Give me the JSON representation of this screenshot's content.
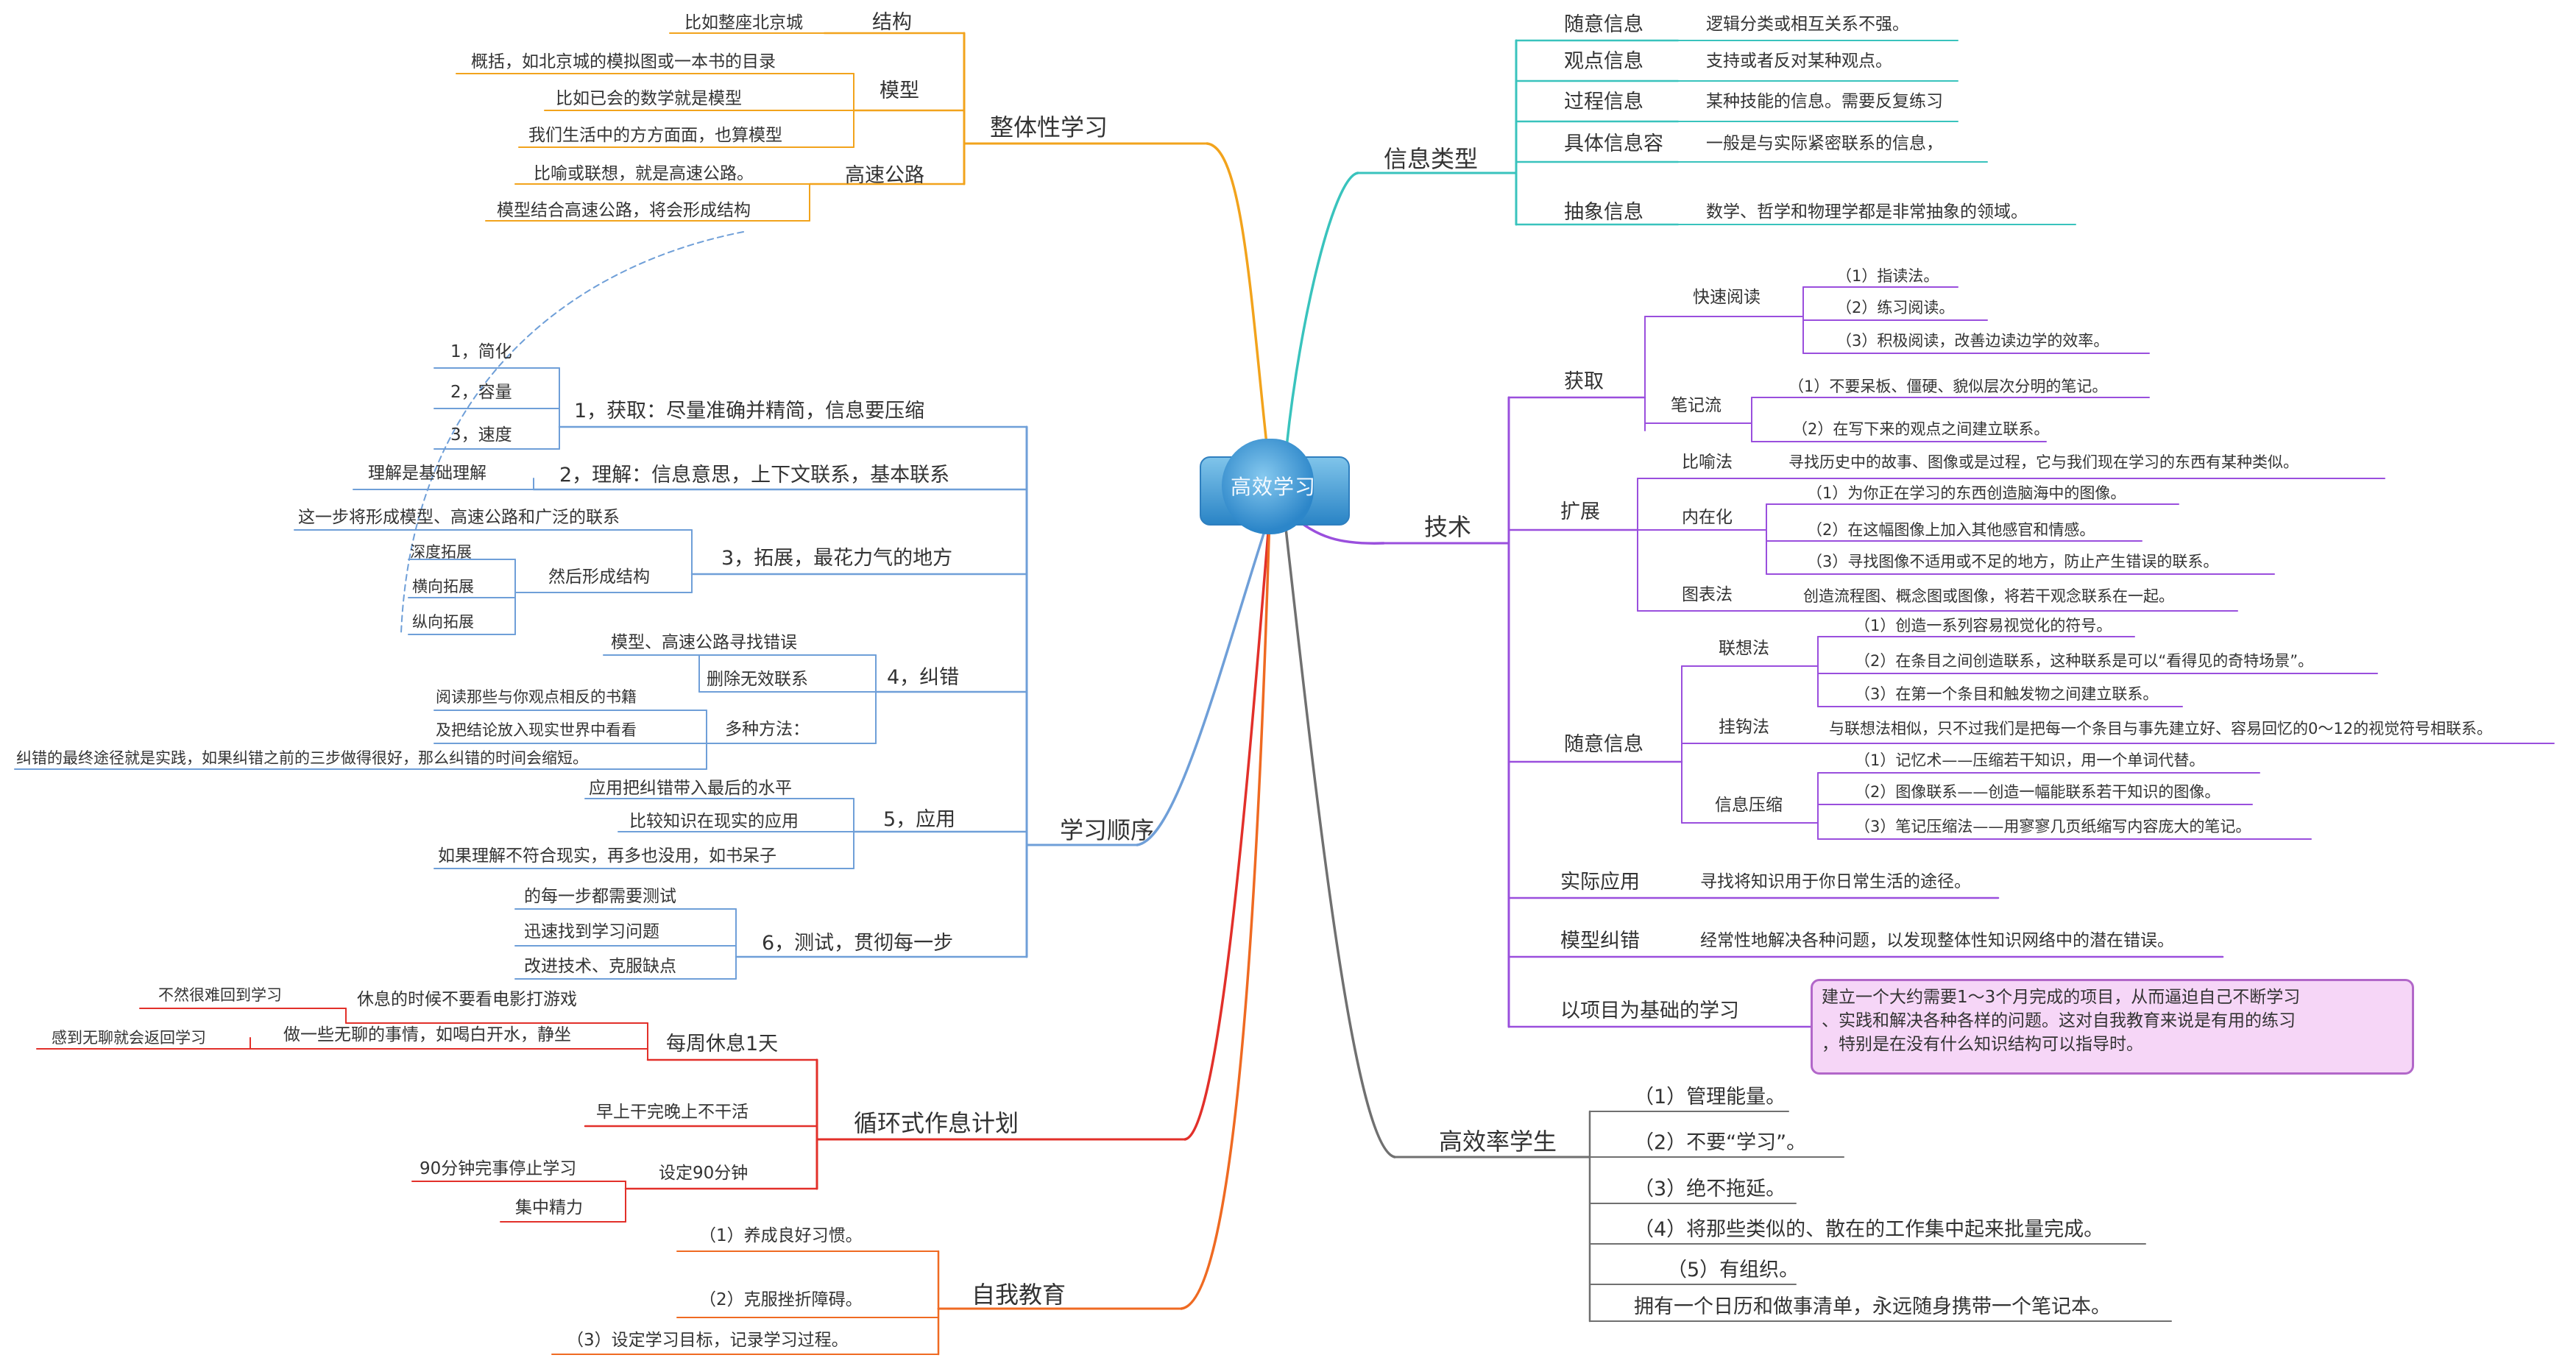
{
  "center": {
    "title": "高效学习"
  },
  "colors": {
    "orange": "#f2a31c",
    "blue": "#6f9fd8",
    "red": "#e2302a",
    "orange_red": "#ef6a22",
    "teal": "#39c3bd",
    "purple": "#9a4fdd",
    "gray": "#707070",
    "note_fill": "#f6d6f7",
    "note_border": "#b267c9"
  },
  "left": {
    "zhengti": {
      "label": "整体性学习",
      "jiegou": {
        "label": "结构",
        "items": [
          "比如整座北京城"
        ]
      },
      "moxing": {
        "label": "模型",
        "items": [
          "概括，如北京城的模拟图或一本书的目录",
          "比如已会的数学就是模型",
          "我们生活中的方方面面，也算模型"
        ]
      },
      "gaosu": {
        "label": "高速公路",
        "items": [
          "比喻或联想，就是高速公路。",
          "模型结合高速公路，将会形成结构"
        ]
      }
    },
    "shunxu": {
      "label": "学习顺序",
      "s1": {
        "label": "1，获取：尽量准确并精简，信息要压缩",
        "items": [
          "1，简化",
          "2，容量",
          "3，速度"
        ]
      },
      "s2": {
        "label": "2，理解：信息意思，上下文联系，基本联系",
        "items": [
          "理解是基础理解"
        ]
      },
      "s3": {
        "label": "3，拓展，最花力气的地方",
        "items": [
          "这一步将形成模型、高速公路和广泛的联系"
        ],
        "sub": {
          "label": "然后形成结构",
          "items": [
            "深度拓展",
            "横向拓展",
            "纵向拓展"
          ]
        }
      },
      "s4": {
        "label": "4，纠错",
        "del": {
          "label": "删除无效联系",
          "items": [
            "模型、高速公路寻找错误"
          ]
        },
        "ways": {
          "label": "多种方法：",
          "items": [
            "阅读那些与你观点相反的书籍",
            "及把结论放入现实世界中看看",
            "纠错的最终途径就是实践，如果纠错之前的三步做得很好，那么纠错的时间会缩短。"
          ]
        }
      },
      "s5": {
        "label": "5，应用",
        "items": [
          "应用把纠错带入最后的水平",
          "比较知识在现实的应用",
          "如果理解不符合现实，再多也没用，如书呆子"
        ]
      },
      "s6": {
        "label": "6，测试，贯彻每一步",
        "items": [
          "的每一步都需要测试",
          "迅速找到学习问题",
          "改进技术、克服缺点"
        ]
      }
    },
    "xunhuan": {
      "label": "循环式作息计划",
      "weekly": {
        "label": "每周休息1天",
        "a": {
          "label": "休息的时候不要看电影打游戏",
          "items": [
            "不然很难回到学习"
          ]
        },
        "b": {
          "label": "做一些无聊的事情，如喝白开水，静坐",
          "items": [
            "感到无聊就会返回学习"
          ]
        }
      },
      "early": {
        "label": "早上干完晚上不干活"
      },
      "ninety": {
        "label": "设定90分钟",
        "items": [
          "90分钟完事停止学习",
          "集中精力"
        ]
      }
    },
    "ziwo": {
      "label": "自我教育",
      "items": [
        "（1）养成良好习惯。",
        "（2）克服挫折障碍。",
        "（3）设定学习目标，记录学习过程。"
      ]
    }
  },
  "right": {
    "info_types": {
      "label": "信息类型",
      "rows": [
        {
          "name": "随意信息",
          "desc": "逻辑分类或相互关系不强。"
        },
        {
          "name": "观点信息",
          "desc": "支持或者反对某种观点。"
        },
        {
          "name": "过程信息",
          "desc": "某种技能的信息。需要反复练习"
        },
        {
          "name": "具体信息容",
          "desc": "一般是与实际紧密联系的信息，"
        },
        {
          "name": "抽象信息",
          "desc": "数学、哲学和物理学都是非常抽象的领域。"
        }
      ]
    },
    "jishu": {
      "label": "技术",
      "huoqu": {
        "label": "获取",
        "kuaisu": {
          "label": "快速阅读",
          "items": [
            "（1）指读法。",
            "（2）练习阅读。",
            "（3）积极阅读，改善边读边学的效率。"
          ]
        },
        "biji": {
          "label": "笔记流",
          "items": [
            "（1）不要呆板、僵硬、貌似层次分明的笔记。",
            "（2）在写下来的观点之间建立联系。"
          ]
        }
      },
      "kuozhan": {
        "label": "扩展",
        "biyu": {
          "label": "比喻法",
          "desc": "寻找历史中的故事、图像或是过程，它与我们现在学习的东西有某种类似。"
        },
        "neizai": {
          "label": "内在化",
          "items": [
            "（1）为你正在学习的东西创造脑海中的图像。",
            "（2）在这幅图像上加入其他感官和情感。",
            "（3）寻找图像不适用或不足的地方，防止产生错误的联系。"
          ]
        },
        "tubiao": {
          "label": "图表法",
          "desc": "创造流程图、概念图或图像，将若干观念联系在一起。"
        }
      },
      "suiyi": {
        "label": "随意信息",
        "lianxiang": {
          "label": "联想法",
          "items": [
            "（1）创造一系列容易视觉化的符号。",
            "（2）在条目之间创造联系，这种联系是可以“看得见的奇特场景”。",
            "（3）在第一个条目和触发物之间建立联系。"
          ]
        },
        "guagou": {
          "label": "挂钩法",
          "desc": "与联想法相似，只不过我们是把每一个条目与事先建立好、容易回忆的0～12的视觉符号相联系。"
        },
        "yasuo": {
          "label": "信息压缩",
          "items": [
            "（1）记忆术——压缩若干知识，用一个单词代替。",
            "（2）图像联系——创造一幅能联系若干知识的图像。",
            "（3）笔记压缩法——用寥寥几页纸缩写内容庞大的笔记。"
          ]
        }
      },
      "shiji": {
        "label": "实际应用",
        "desc": "寻找将知识用于你日常生活的途径。"
      },
      "moxing": {
        "label": "模型纠错",
        "desc": "经常性地解决各种问题，以发现整体性知识网络中的潜在错误。"
      },
      "xiangmu": {
        "label": "以项目为基础的学习",
        "note": [
          "建立一个大约需要1～3个月完成的项目，从而逼迫自己不断学习",
          "、实践和解决各种各样的问题。这对自我教育来说是有用的练习",
          "，特别是在没有什么知识结构可以指导时。"
        ]
      }
    },
    "gaoxiao": {
      "label": "高效率学生",
      "items": [
        "（1）管理能量。",
        "（2）不要“学习”。",
        "（3）绝不拖延。",
        "（4）将那些类似的、散在的工作集中起来批量完成。",
        "（5）有组织。",
        "拥有一个日历和做事清单，永远随身携带一个笔记本。"
      ]
    }
  }
}
